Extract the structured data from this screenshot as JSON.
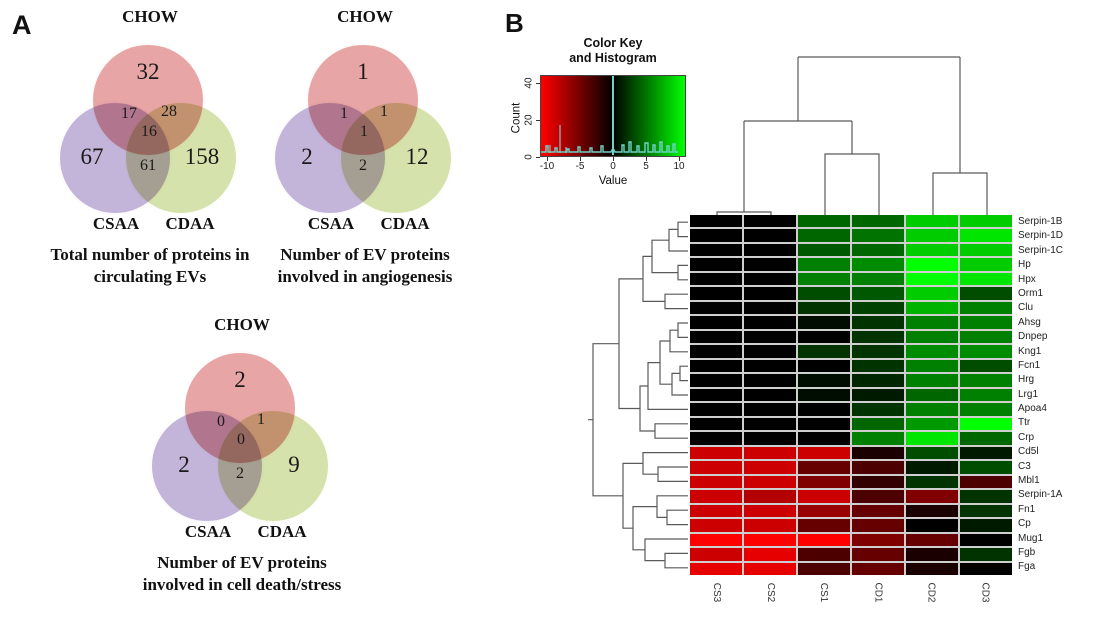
{
  "figure": {
    "panel_a_label": "A",
    "panel_b_label": "B"
  },
  "venn_colors": {
    "top_circle": "#e8a5a5",
    "left_circle": "#c3b4da",
    "right_circle": "#d6e2ab"
  },
  "chart_data": [
    {
      "type": "venn3",
      "sets": [
        "CHOW",
        "CSAA",
        "CDAA"
      ],
      "regions": {
        "top": "32",
        "top_left": "17",
        "top_right": "28",
        "center": "16",
        "left": "67",
        "bottom": "61",
        "right": "158"
      },
      "caption_lines": [
        "Total number of proteins in",
        "circulating EVs"
      ]
    },
    {
      "type": "venn3",
      "sets": [
        "CHOW",
        "CSAA",
        "CDAA"
      ],
      "regions": {
        "top": "1",
        "top_left": "1",
        "top_right": "1",
        "center": "1",
        "left": "2",
        "bottom": "2",
        "right": "12"
      },
      "caption_lines": [
        "Number of EV proteins",
        "involved in angiogenesis"
      ]
    },
    {
      "type": "venn3",
      "sets": [
        "CHOW",
        "CSAA",
        "CDAA"
      ],
      "regions": {
        "top": "2",
        "top_left": "0",
        "top_right": "1",
        "center": "0",
        "left": "2",
        "bottom": "2",
        "right": "9"
      },
      "caption_lines": [
        "Number of EV proteins",
        "involved in cell death/stress"
      ]
    },
    {
      "type": "heatmap",
      "color_key": {
        "title_lines": [
          "Color Key",
          "and Histogram"
        ],
        "xlabel": "Value",
        "ylabel": "Count",
        "x_ticks": [
          "-10",
          "-5",
          "0",
          "5",
          "10"
        ],
        "y_ticks": [
          "0",
          "20",
          "40"
        ],
        "x_range": [
          -11,
          11
        ]
      },
      "columns": [
        "CS3",
        "CS2",
        "CS1",
        "CD1",
        "CD2",
        "CD3"
      ],
      "rows": [
        "Serpin-1B",
        "Serpin-1D",
        "Serpin-1C",
        "Hp",
        "Hpx",
        "Orm1",
        "Clu",
        "Ahsg",
        "Dnpep",
        "Kng1",
        "Fcn1",
        "Hrg",
        "Lrg1",
        "Apoa4",
        "Ttr",
        "Crp",
        "Cd5l",
        "C3",
        "Mbl1",
        "Serpin-1A",
        "Fn1",
        "Cp",
        "Mug1",
        "Fgb",
        "Fga"
      ],
      "values": [
        [
          0,
          0,
          4,
          4,
          8,
          8
        ],
        [
          0,
          0,
          4,
          4.5,
          8,
          9
        ],
        [
          0,
          0,
          3.5,
          4,
          8,
          8
        ],
        [
          0,
          0,
          5,
          5.5,
          10,
          8
        ],
        [
          0,
          0,
          5,
          5,
          10,
          9
        ],
        [
          0,
          0,
          3,
          3.5,
          8,
          3
        ],
        [
          0,
          0,
          2,
          2.5,
          7,
          5
        ],
        [
          0,
          0,
          0.5,
          2,
          5,
          5
        ],
        [
          0,
          0,
          0,
          2,
          5,
          5
        ],
        [
          0,
          0,
          2,
          2,
          5.5,
          5.5
        ],
        [
          0,
          0,
          0,
          2,
          5,
          3
        ],
        [
          0,
          0,
          0.5,
          1.5,
          5,
          5
        ],
        [
          0,
          0,
          0.5,
          1,
          4,
          5
        ],
        [
          0,
          0,
          0,
          2,
          5,
          5
        ],
        [
          0,
          0,
          0,
          4,
          6,
          10
        ],
        [
          0,
          0,
          0,
          5,
          9,
          4
        ],
        [
          -8,
          -8,
          -8,
          -1,
          3,
          1
        ],
        [
          -8,
          -8,
          -4,
          -3,
          1,
          3
        ],
        [
          -8,
          -8,
          -5,
          -2,
          2,
          -3
        ],
        [
          -8,
          -7,
          -8,
          -3,
          -5,
          2
        ],
        [
          -8,
          -8,
          -6,
          -4,
          -1,
          2
        ],
        [
          -8,
          -8,
          -4,
          -4,
          0,
          1
        ],
        [
          -10,
          -10,
          -10,
          -5,
          -4,
          0
        ],
        [
          -8,
          -9,
          -3,
          -4,
          -1,
          2
        ],
        [
          -9,
          -9,
          -3,
          -4,
          -1,
          0
        ]
      ],
      "scale": {
        "min": -10,
        "max": 10,
        "negative_color": "#ff0000",
        "zero_color": "#000000",
        "positive_color": "#00ff00"
      }
    }
  ]
}
